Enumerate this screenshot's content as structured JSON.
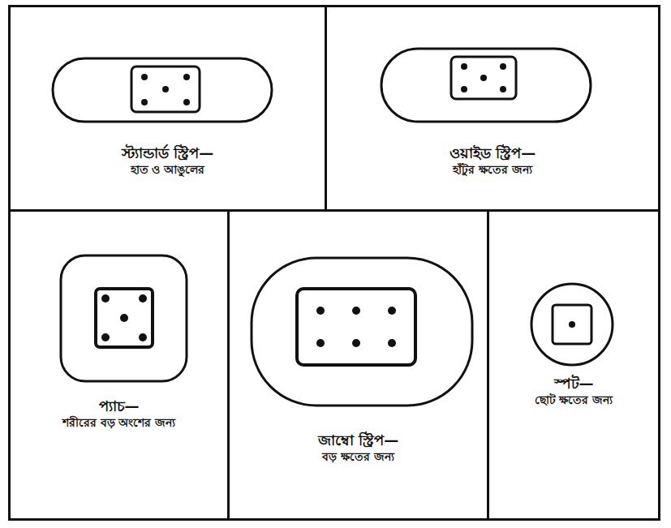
{
  "diagram": {
    "nodes": [
      {
        "text": [
          "স্ট্যান্ডার্ড স্ট্রিপ—",
          "হাত ও আঙুলের"
        ]
      },
      {
        "text": [
          "ওয়াইড স্ট্রিপ—",
          "হাঁটুর ক্ষতের জন্য"
        ]
      },
      {
        "text": [
          "প্যাচ—",
          "শরীরের বড় অংশের জন্য"
        ]
      },
      {
        "text": [
          "জাম্বো স্ট্রিপ—",
          "বড় ক্ষতের জন্য"
        ]
      },
      {
        "text": [
          "স্পট—",
          "ছোট ক্ষতের জন্য"
        ]
      }
    ]
  }
}
